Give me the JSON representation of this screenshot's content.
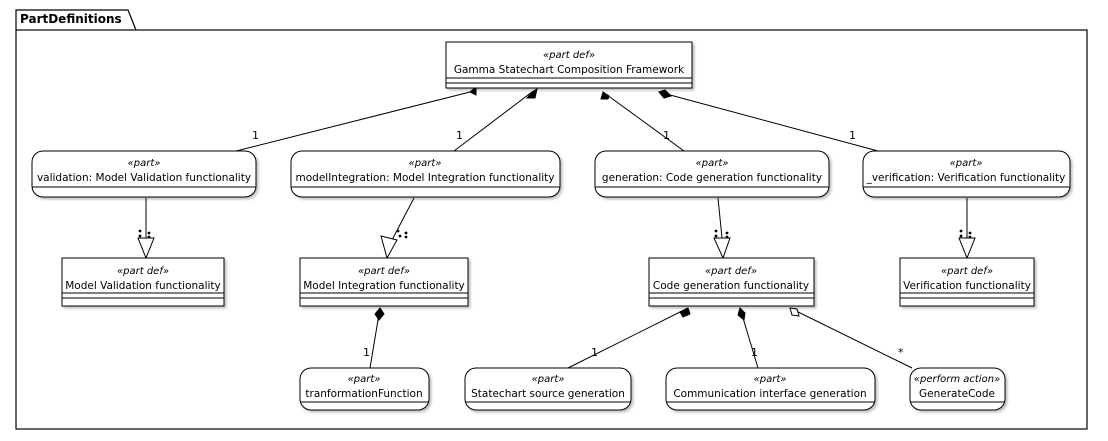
{
  "frame": {
    "title": "PartDefinitions"
  },
  "nodes": {
    "gamma": {
      "stereotype": "«part  def»",
      "name": "Gamma Statechart Composition Framework"
    },
    "validation": {
      "stereotype": "«part»",
      "name": "validation: Model Validation functionality"
    },
    "integration": {
      "stereotype": "«part»",
      "name": "modelIntegration: Model Integration functionality"
    },
    "generation": {
      "stereotype": "«part»",
      "name": "generation: Code generation functionality"
    },
    "verification": {
      "stereotype": "«part»",
      "name": "_verification: Verification functionality"
    },
    "mvf": {
      "stereotype": "«part  def»",
      "name": "Model Validation functionality"
    },
    "mif": {
      "stereotype": "«part  def»",
      "name": "Model Integration functionality"
    },
    "cgf": {
      "stereotype": "«part  def»",
      "name": "Code generation functionality"
    },
    "vf": {
      "stereotype": "«part  def»",
      "name": "Verification functionality"
    },
    "tf": {
      "stereotype": "«part»",
      "name": "tranformationFunction"
    },
    "ssg": {
      "stereotype": "«part»",
      "name": "Statechart source generation"
    },
    "cig": {
      "stereotype": "«part»",
      "name": "Communication interface generation"
    },
    "gc": {
      "stereotype": "«perform action»",
      "name": "GenerateCode"
    }
  },
  "multiplicities": {
    "validation": "1",
    "integration": "1",
    "generation": "1",
    "verification": "1",
    "tf": "1",
    "ssg": "1",
    "cig": "1",
    "gc": "*"
  }
}
